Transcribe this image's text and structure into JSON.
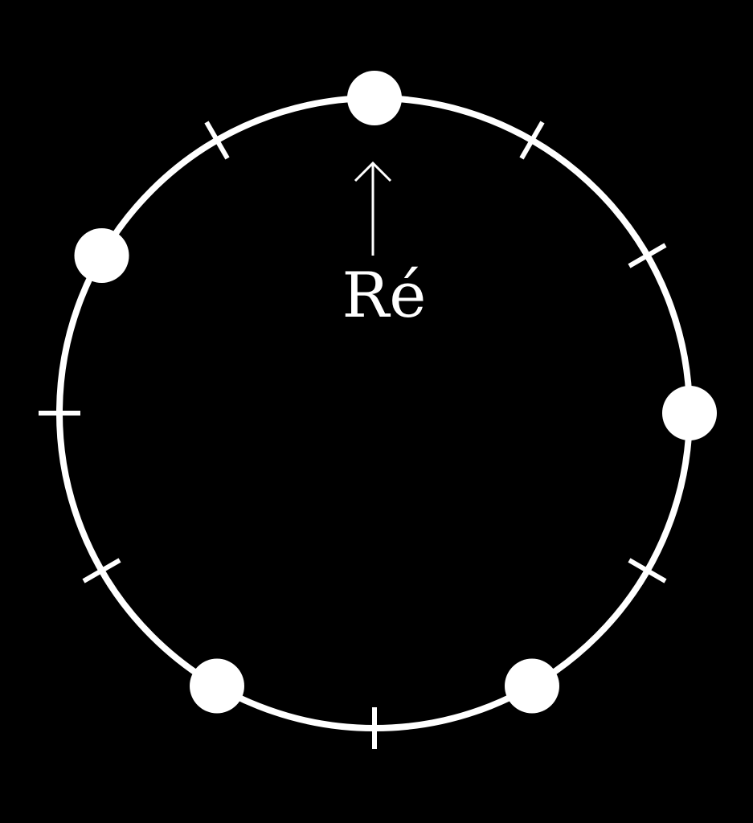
{
  "diagram": {
    "label": "Ré",
    "colors": {
      "background": "#000000",
      "foreground": "#ffffff"
    },
    "circle": {
      "positions_total": 12,
      "note_positions": [
        0,
        3,
        5,
        7,
        10
      ],
      "tick_positions": [
        1,
        2,
        4,
        6,
        8,
        9,
        11
      ],
      "arrow_target_position": 0
    }
  }
}
